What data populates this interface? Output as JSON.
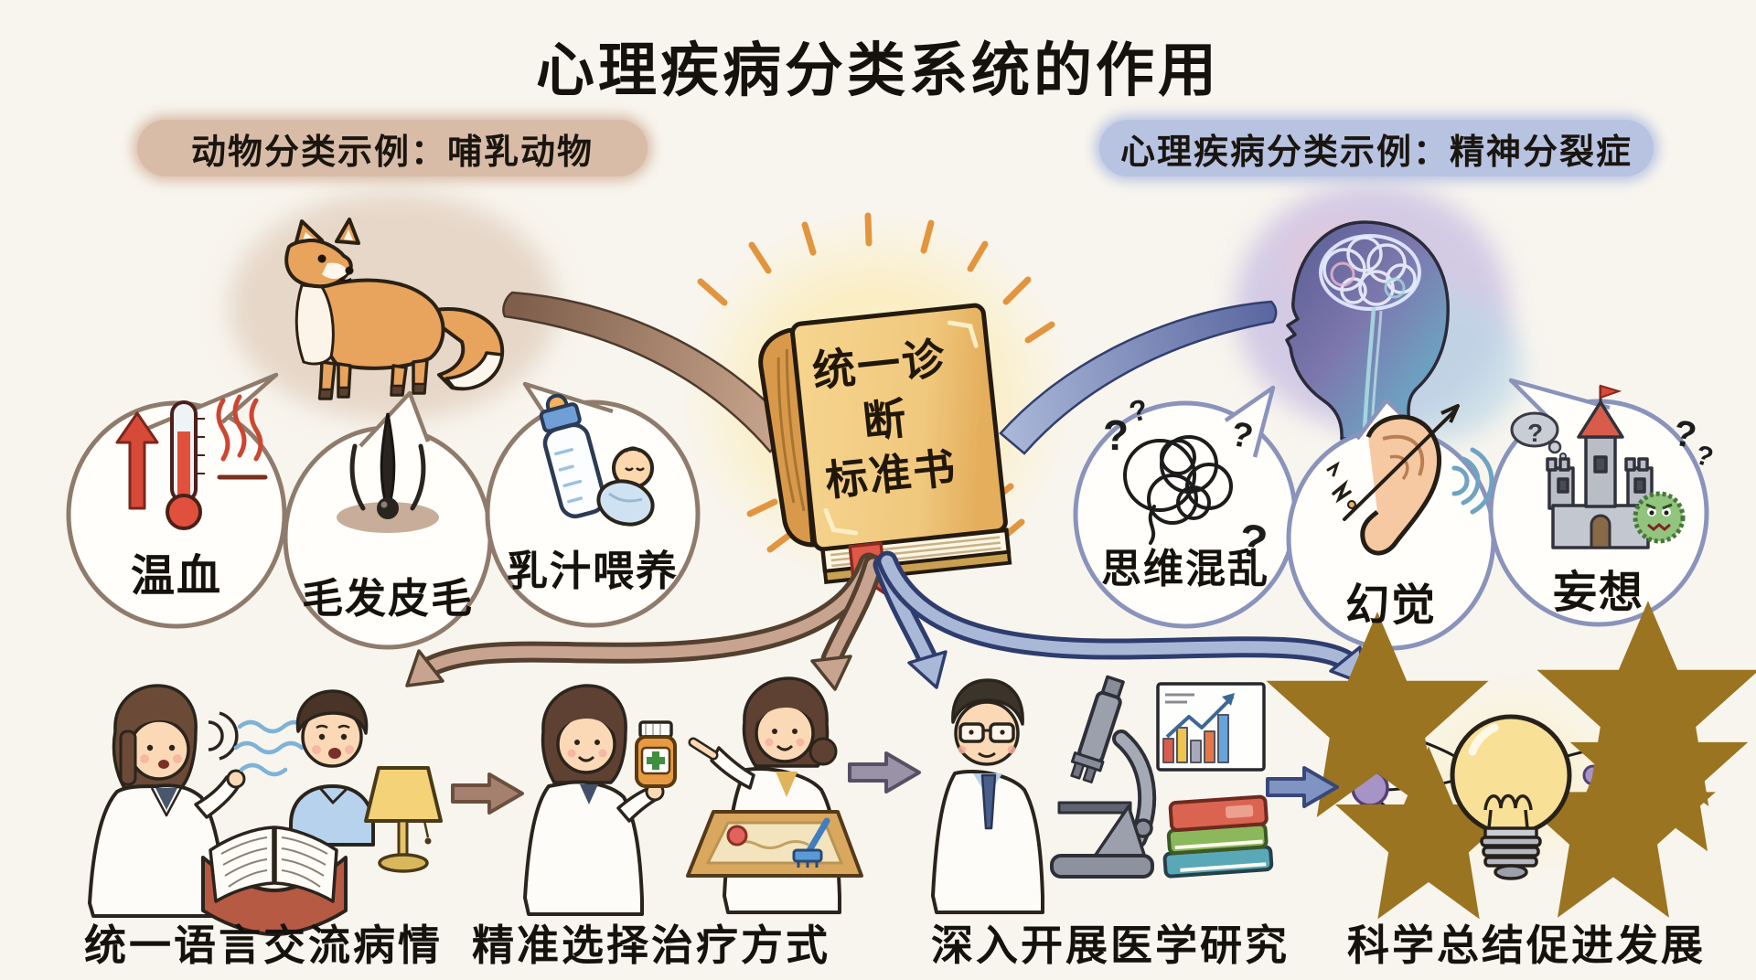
{
  "title": "心理疾病分类系统的作用",
  "glyphs": {
    "question_mark": "?"
  },
  "left_section": {
    "label": "动物分类示例：哺乳动物",
    "example_subject": "fox",
    "bubbles": [
      {
        "label": "温血",
        "icon": "thermometer-heat-icon"
      },
      {
        "label": "毛发皮毛",
        "icon": "hair-follicle-icon"
      },
      {
        "label": "乳汁喂养",
        "icon": "baby-bottle-icon"
      }
    ]
  },
  "right_section": {
    "label": "心理疾病分类示例：精神分裂症",
    "example_subject": "head-with-brain",
    "bubbles": [
      {
        "label": "思维混乱",
        "icon": "tangled-thoughts-icon"
      },
      {
        "label": "幻觉",
        "icon": "ear-hallucination-icon"
      },
      {
        "label": "妄想",
        "icon": "castle-delusion-icon"
      }
    ]
  },
  "center_book": {
    "title_line1": "统一诊断",
    "title_line2": "标准书",
    "icon": "glowing-book-icon"
  },
  "bottom_row": {
    "items": [
      {
        "caption": "统一语言交流病情",
        "icon": "doctor-patient-talk-icon"
      },
      {
        "caption": "精准选择治疗方式",
        "icon": "medicine-sandtray-icon"
      },
      {
        "caption": "深入开展医学研究",
        "icon": "microscope-research-icon"
      },
      {
        "caption": "科学总结促进发展",
        "icon": "lightbulb-network-icon"
      }
    ]
  },
  "colors": {
    "background": "#f8f5ee",
    "left_accent": "#d8bca8",
    "right_accent": "#b8c3e2",
    "left_bubble_border": "#8f7b6c",
    "right_bubble_border": "#8a93bb",
    "book_cover": "#f2c87e",
    "bookmark_red": "#e05848",
    "arrow_brown": "#c8a490",
    "arrow_blue": "#aab8d8"
  }
}
